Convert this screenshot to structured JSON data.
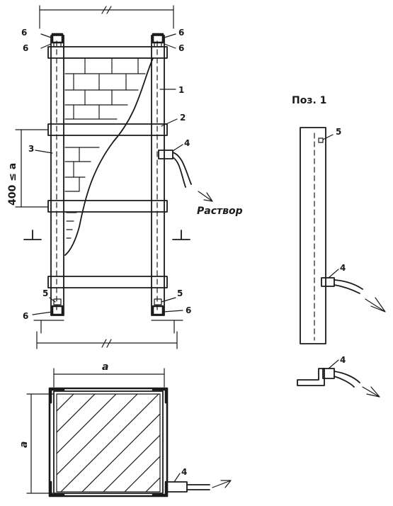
{
  "labels": {
    "dim_a_top": "a",
    "dim_a_left": "a",
    "dim_pitch": "400 ≤ a",
    "mortar": "Раствор",
    "position_title": "Поз. 1",
    "n1": "1",
    "n2": "2",
    "n3": "3",
    "n4": "4",
    "n5": "5",
    "n6": "6"
  },
  "colors": {
    "ink": "#1a1a1a",
    "paper": "#ffffff"
  }
}
